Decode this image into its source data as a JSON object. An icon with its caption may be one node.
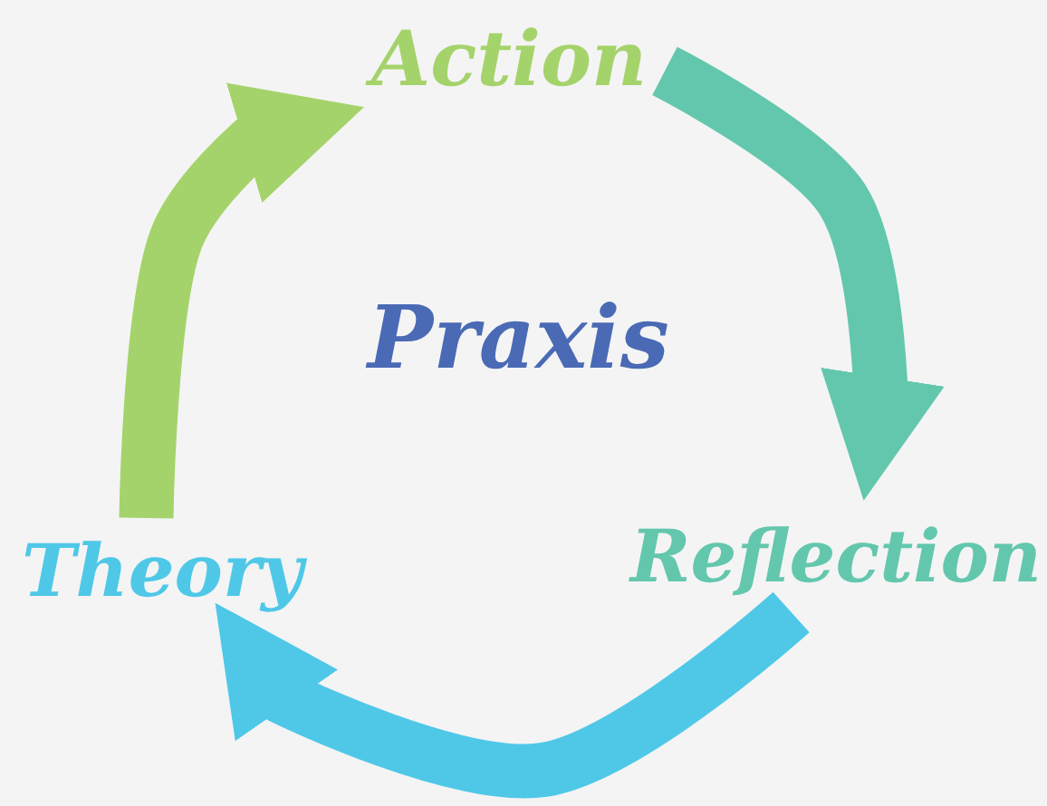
{
  "diagram": {
    "nodes": [
      {
        "text": [
          "Action"
        ]
      },
      {
        "text": [
          "Reflection"
        ]
      },
      {
        "text": [
          "Theory"
        ]
      }
    ],
    "edges": [
      {
        "from": 2,
        "to": 0,
        "arrow": "to",
        "color": "#a5d36b"
      },
      {
        "from": 0,
        "to": 1,
        "arrow": "to",
        "color": "#63c7ad"
      },
      {
        "from": 1,
        "to": 2,
        "arrow": "to",
        "color": "#4fc8e8"
      }
    ],
    "labels": [
      "Praxis"
    ]
  }
}
